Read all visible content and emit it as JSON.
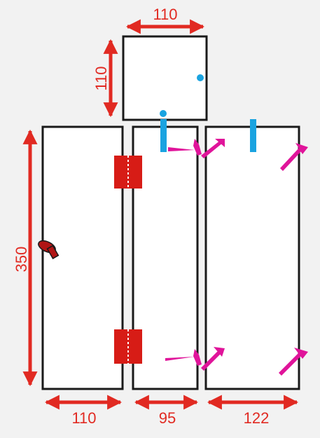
{
  "colors": {
    "background": "#f2f2f2",
    "outline": "#1a1a1a",
    "dimension": "#e12a22",
    "hinge": "#d71c16",
    "bracket": "#1aa3e0",
    "screw": "#e0149a",
    "handle": "#b01515"
  },
  "dimensions": {
    "top_width": "110",
    "top_height": "110",
    "panel_height": "350",
    "left_width": "110",
    "middle_width": "95",
    "right_width": "122"
  },
  "icons": {
    "hinge": "hinge-icon",
    "handle": "knob-handle-icon",
    "bracket": "mounting-bracket-icon",
    "screw": "screw-icon",
    "peg": "shelf-pin-icon"
  }
}
